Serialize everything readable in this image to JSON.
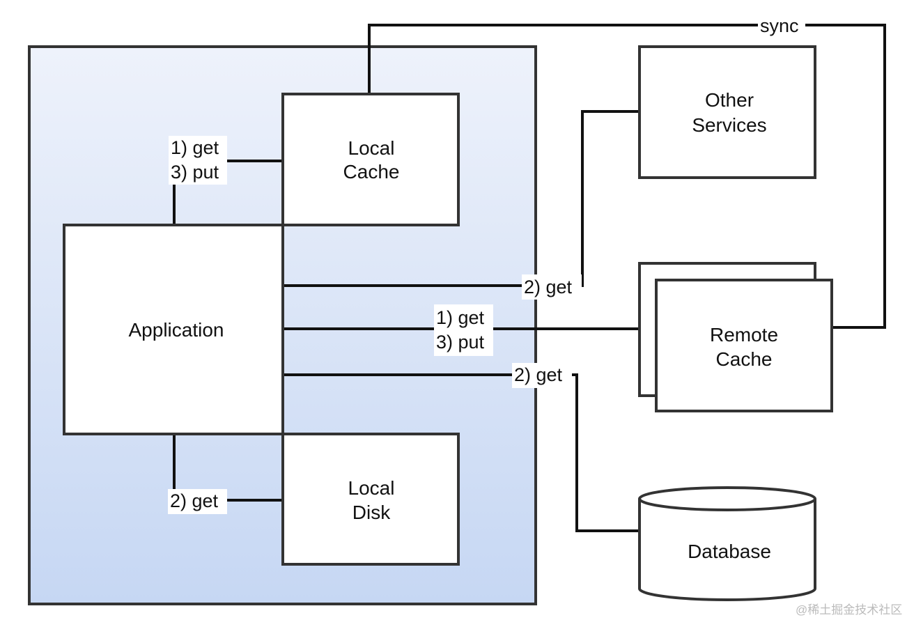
{
  "nodes": {
    "local_cache": [
      "Local",
      "Cache"
    ],
    "application": "Application",
    "local_disk": [
      "Local",
      "Disk"
    ],
    "other_services": [
      "Other",
      "Services"
    ],
    "remote_cache": [
      "Remote",
      "Cache"
    ],
    "database": "Database"
  },
  "edges": {
    "sync": "sync",
    "app_local_cache": [
      "1) get",
      "3) put"
    ],
    "app_local_disk": "2) get",
    "app_other_services": "2) get",
    "app_remote_cache": [
      "1) get",
      "3) put"
    ],
    "app_database": "2) get"
  },
  "colors": {
    "container_top": "#eef2fb",
    "container_bottom": "#c6d7f3",
    "stroke": "#333333"
  },
  "watermark": "@稀土掘金技术社区"
}
